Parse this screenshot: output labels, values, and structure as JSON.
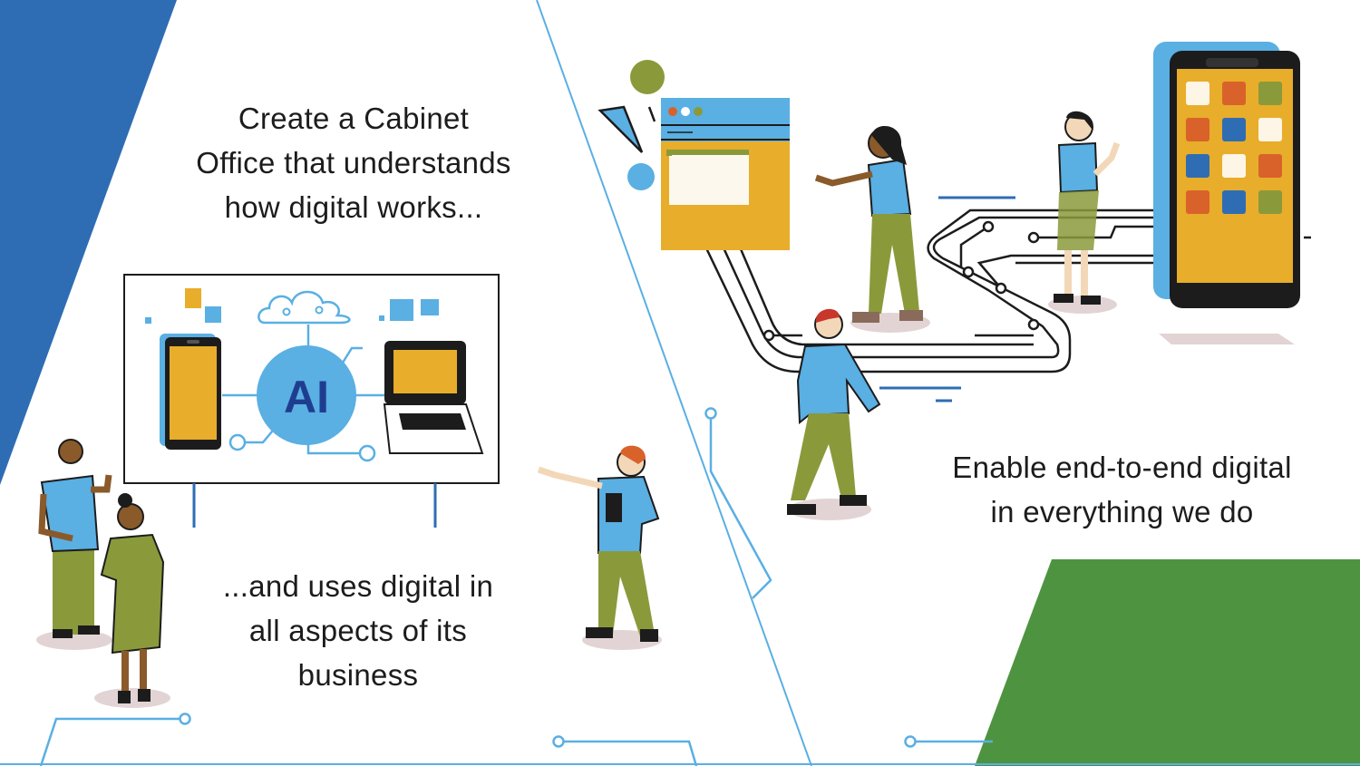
{
  "captions": {
    "top_left": [
      "Create a Cabinet",
      "Office that understands",
      "how digital works..."
    ],
    "bottom_left": [
      "...and uses digital in",
      "all aspects of its",
      "business"
    ],
    "right": [
      "Enable end-to-end digital",
      "in everything we do"
    ]
  },
  "board": {
    "center_label": "AI"
  },
  "colors": {
    "blue_dark": "#2e6db4",
    "blue_light": "#5aafe3",
    "green": "#4e9340",
    "olive": "#8a9a3b",
    "yellow": "#e8ad2a",
    "orange": "#d9622b",
    "navy": "#1f3d8f",
    "shadow": "#e2d4d4"
  },
  "icons": [
    "cloud-icon",
    "smartphone-icon",
    "laptop-icon",
    "browser-window-icon",
    "circuit-traces"
  ]
}
